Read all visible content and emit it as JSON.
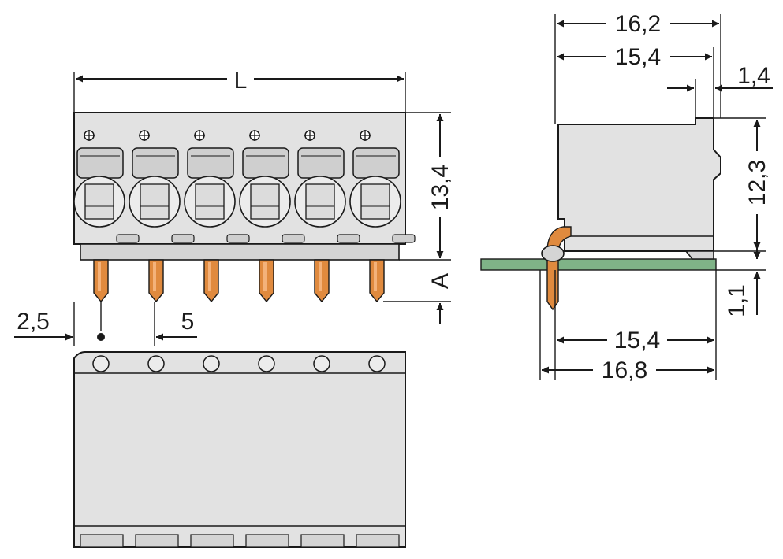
{
  "diagram": {
    "dimensions": {
      "front_width": "L",
      "front_height": "13,4",
      "pin_length": "A",
      "first_pin_offset": "2,5",
      "pitch": "5",
      "side_overall_top": "16,2",
      "side_body_top": "15,4",
      "side_lip": "1,4",
      "side_height": "12,3",
      "pcb_thickness": "1,1",
      "side_body_bottom": "15,4",
      "side_overall_bottom": "16,8"
    },
    "pole_count": 6,
    "colors": {
      "housing": "#e2e2e2",
      "pin": "#e08a3e",
      "pcb": "#7fb387",
      "line": "#1a1a1a"
    }
  }
}
